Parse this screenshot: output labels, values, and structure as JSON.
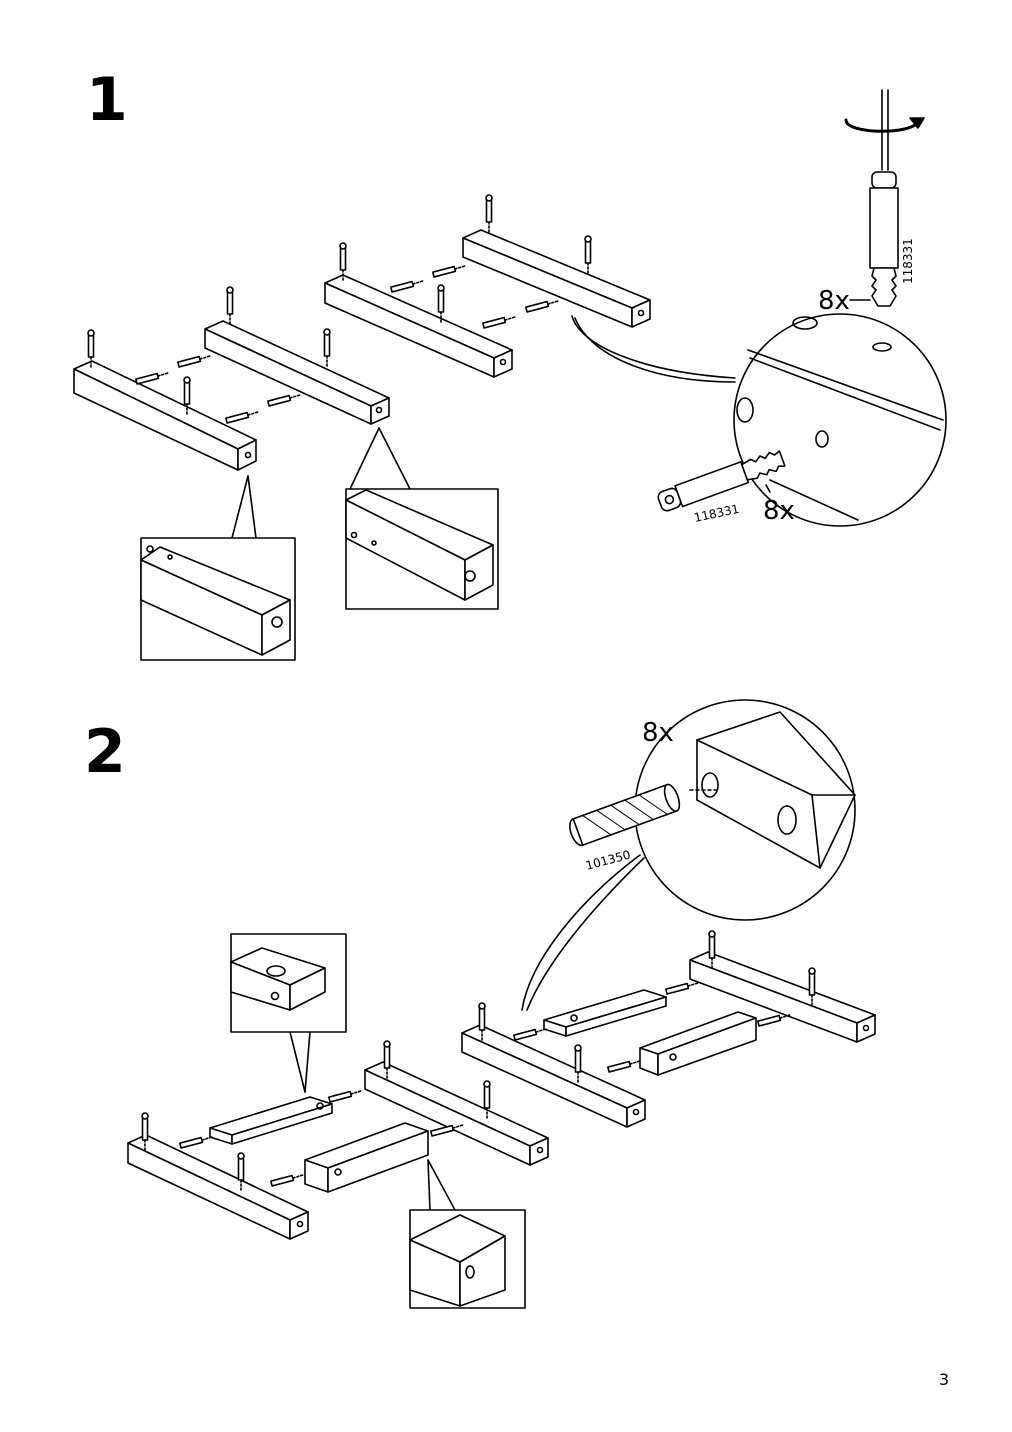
{
  "steps": [
    {
      "number": "1",
      "quantity_a": "8x",
      "quantity_b": "8x",
      "part_a": "118331",
      "part_b": "118331"
    },
    {
      "number": "2",
      "quantity": "8x",
      "part": "101350"
    }
  ],
  "page_number": "3"
}
